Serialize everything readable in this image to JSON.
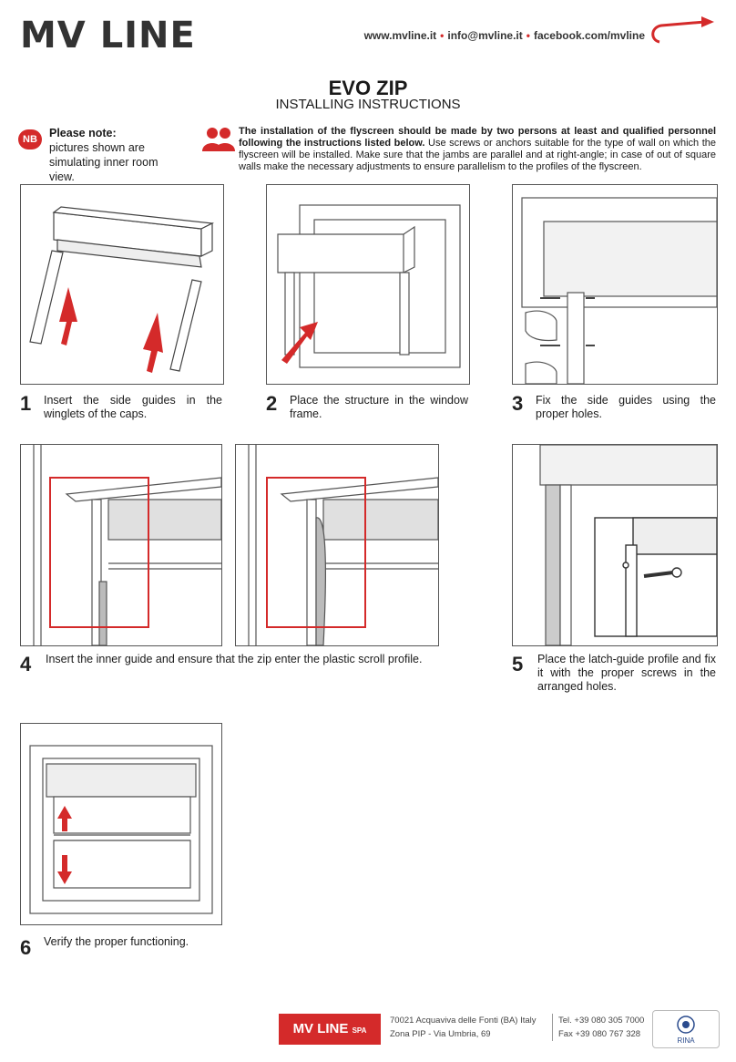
{
  "header": {
    "brand": "MV LINE",
    "contact": [
      "www.mvline.it",
      "info@mvline.it",
      "facebook.com/mvline"
    ],
    "title": "EVO ZIP",
    "subtitle": "INSTALLING INSTRUCTIONS"
  },
  "note": {
    "badge": "NB",
    "bold": "Please note:",
    "rest": " pictures shown are simulating inner room view."
  },
  "install_note": {
    "bold": "The installation of the flyscreen should be made by two persons at least and qualified personnel following the instructions listed below.",
    "rest": " Use screws or anchors suitable for the type of wall on which the flyscreen will be installed. Make sure that the jambs are parallel and at right-angle; in case of out of square walls make the necessary adjustments to ensure parallelism to the profiles of the flyscreen."
  },
  "steps": [
    {
      "num": "1",
      "text": "Insert the side guides in the winglets of the caps."
    },
    {
      "num": "2",
      "text": "Place the structure in the window frame."
    },
    {
      "num": "3",
      "text": "Fix the side guides using the proper holes."
    },
    {
      "num": "4",
      "text": "Insert the inner guide and ensure that the zip enter the plastic scroll profile."
    },
    {
      "num": "5",
      "text": "Place the latch-guide profile and fix it with the proper screws in the arranged holes."
    },
    {
      "num": "6",
      "text": "Verify the proper functioning."
    }
  ],
  "footer": {
    "logo": "MV LINE",
    "logo_suffix": "SPA",
    "address": [
      "70021 Acquaviva delle Fonti (BA) Italy",
      "Zona PIP - Via Umbria, 69"
    ],
    "phone": [
      "Tel. +39 080 305 7000",
      "Fax +39 080 767 328"
    ],
    "cert": "RINA"
  },
  "colors": {
    "accent": "#d42a2a",
    "line": "#555555"
  }
}
